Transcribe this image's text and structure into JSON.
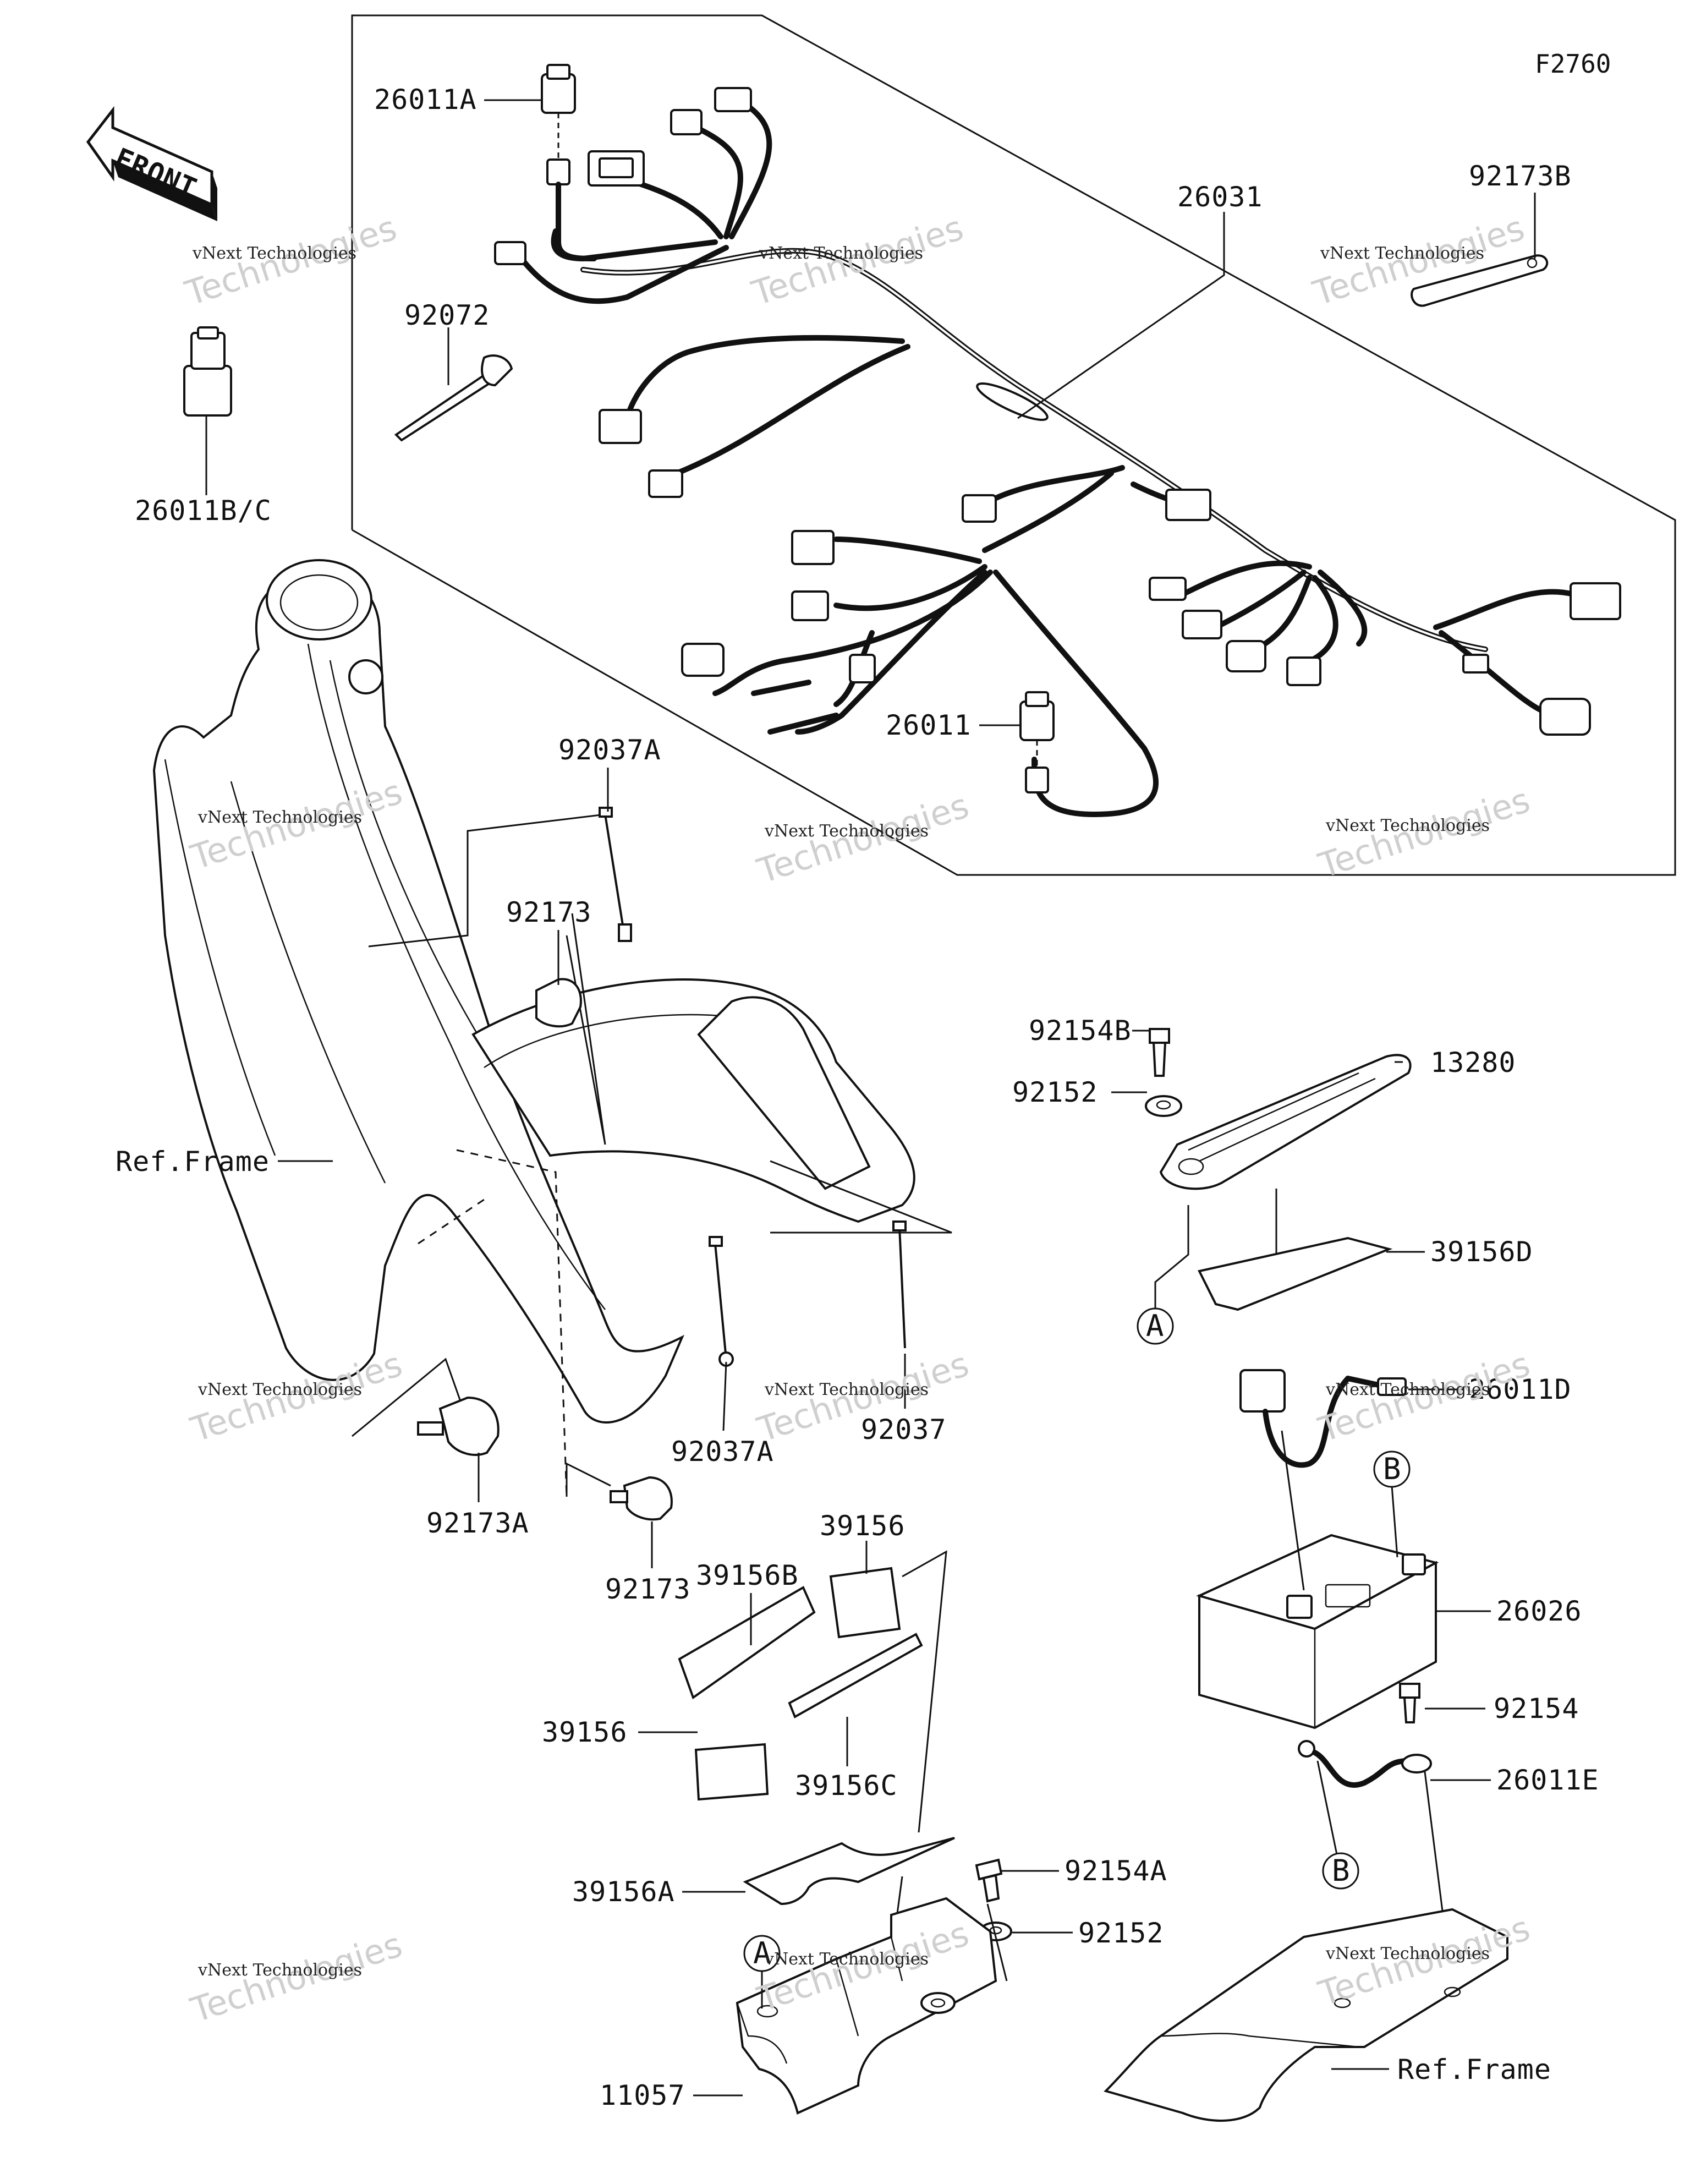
{
  "figure_code": "F2760",
  "front_arrow_text": "FRONT",
  "watermark": {
    "line1": "vNext Technologies",
    "line2": "Technologies"
  },
  "refs": {
    "A": "A",
    "B": "B"
  },
  "parts": {
    "p26011A": "26011A",
    "p26011BC": "26011B/C",
    "p26031": "26031",
    "p92173B": "92173B",
    "p92072": "92072",
    "p26011": "26011",
    "p92037A_top": "92037A",
    "p92173_top": "92173",
    "ref_frame_left": "Ref.Frame",
    "p92154B": "92154B",
    "p92152_top": "92152",
    "p13280": "13280",
    "p39156D": "39156D",
    "p26011D": "26011D",
    "p26026": "26026",
    "p92154": "92154",
    "p26011E": "26011E",
    "p92037A_bot": "92037A",
    "p92037": "92037",
    "p92173A": "92173A",
    "p92173_bot": "92173",
    "p39156_top": "39156",
    "p39156B": "39156B",
    "p39156_left": "39156",
    "p39156C": "39156C",
    "p92154A": "92154A",
    "p39156A": "39156A",
    "p92152_bot": "92152",
    "p11057": "11057",
    "ref_frame_right": "Ref.Frame"
  }
}
